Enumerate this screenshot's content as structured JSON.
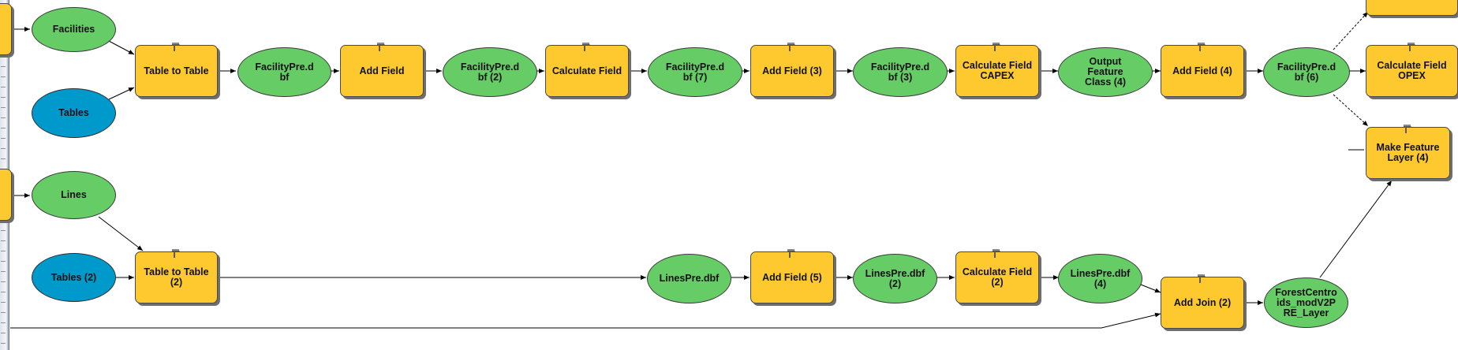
{
  "diagram": {
    "title": "",
    "colors": {
      "tool": "#fdc92e",
      "derived_data": "#66cc66",
      "input_data": "#0099cc",
      "connector": "#000000"
    },
    "nodes": {
      "facilities": "Facilities",
      "tables": "Tables",
      "table_to_table": "Table to Table",
      "facilitypre_dbf": "FacilityPre.d\nbf",
      "add_field": "Add Field",
      "facilitypre_dbf_2": "FacilityPre.d\nbf (2)",
      "calculate_field": "Calculate Field",
      "facilitypre_dbf_7": "FacilityPre.d\nbf (7)",
      "add_field_3": "Add Field (3)",
      "facilitypre_dbf_3": "FacilityPre.d\nbf (3)",
      "calculate_field_capex": "Calculate Field\nCAPEX",
      "output_feature_class_4": "Output\nFeature\nClass (4)",
      "add_field_4": "Add Field (4)",
      "facilitypre_dbf_6": "FacilityPre.d\nbf (6)",
      "calculate_field_opex": "Calculate Field\nOPEX",
      "make_feature_layer_4": "Make Feature\nLayer (4)",
      "lines": "Lines",
      "tables_2": "Tables (2)",
      "table_to_table_2": "Table to Table\n(2)",
      "linespre_dbf": "LinesPre.dbf",
      "add_field_5": "Add Field (5)",
      "linespre_dbf_2": "LinesPre.dbf\n(2)",
      "calculate_field_2": "Calculate Field\n(2)",
      "linespre_dbf_4": "LinesPre.dbf\n(4)",
      "add_join_2": "Add Join (2)",
      "forestcentroids_layer": "ForestCentro\nids_modV2P\nRE_Layer"
    }
  }
}
